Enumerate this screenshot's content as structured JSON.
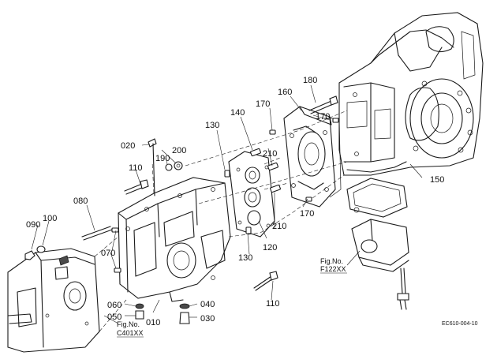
{
  "part_labels": {
    "p180": "180",
    "p160": "160",
    "p170a": "170",
    "p170b": "170",
    "p170c": "170",
    "p140": "140",
    "p130a": "130",
    "p130b": "130",
    "p210a": "210",
    "p210b": "210",
    "p120": "120",
    "p020": "020",
    "p200": "200",
    "p190": "190",
    "p110a": "110",
    "p110b": "110",
    "p080": "080",
    "p090": "090",
    "p100": "100",
    "p070": "070",
    "p060": "060",
    "p050": "050",
    "p010": "010",
    "p040": "040",
    "p030": "030",
    "p150": "150"
  },
  "fig_refs": {
    "f122_line1": "Fig.No.",
    "f122_line2": "F122XX",
    "c401_line1": "Fig.No.",
    "c401_line2": "C401XX"
  },
  "drawing_code": "EC610-004-10"
}
